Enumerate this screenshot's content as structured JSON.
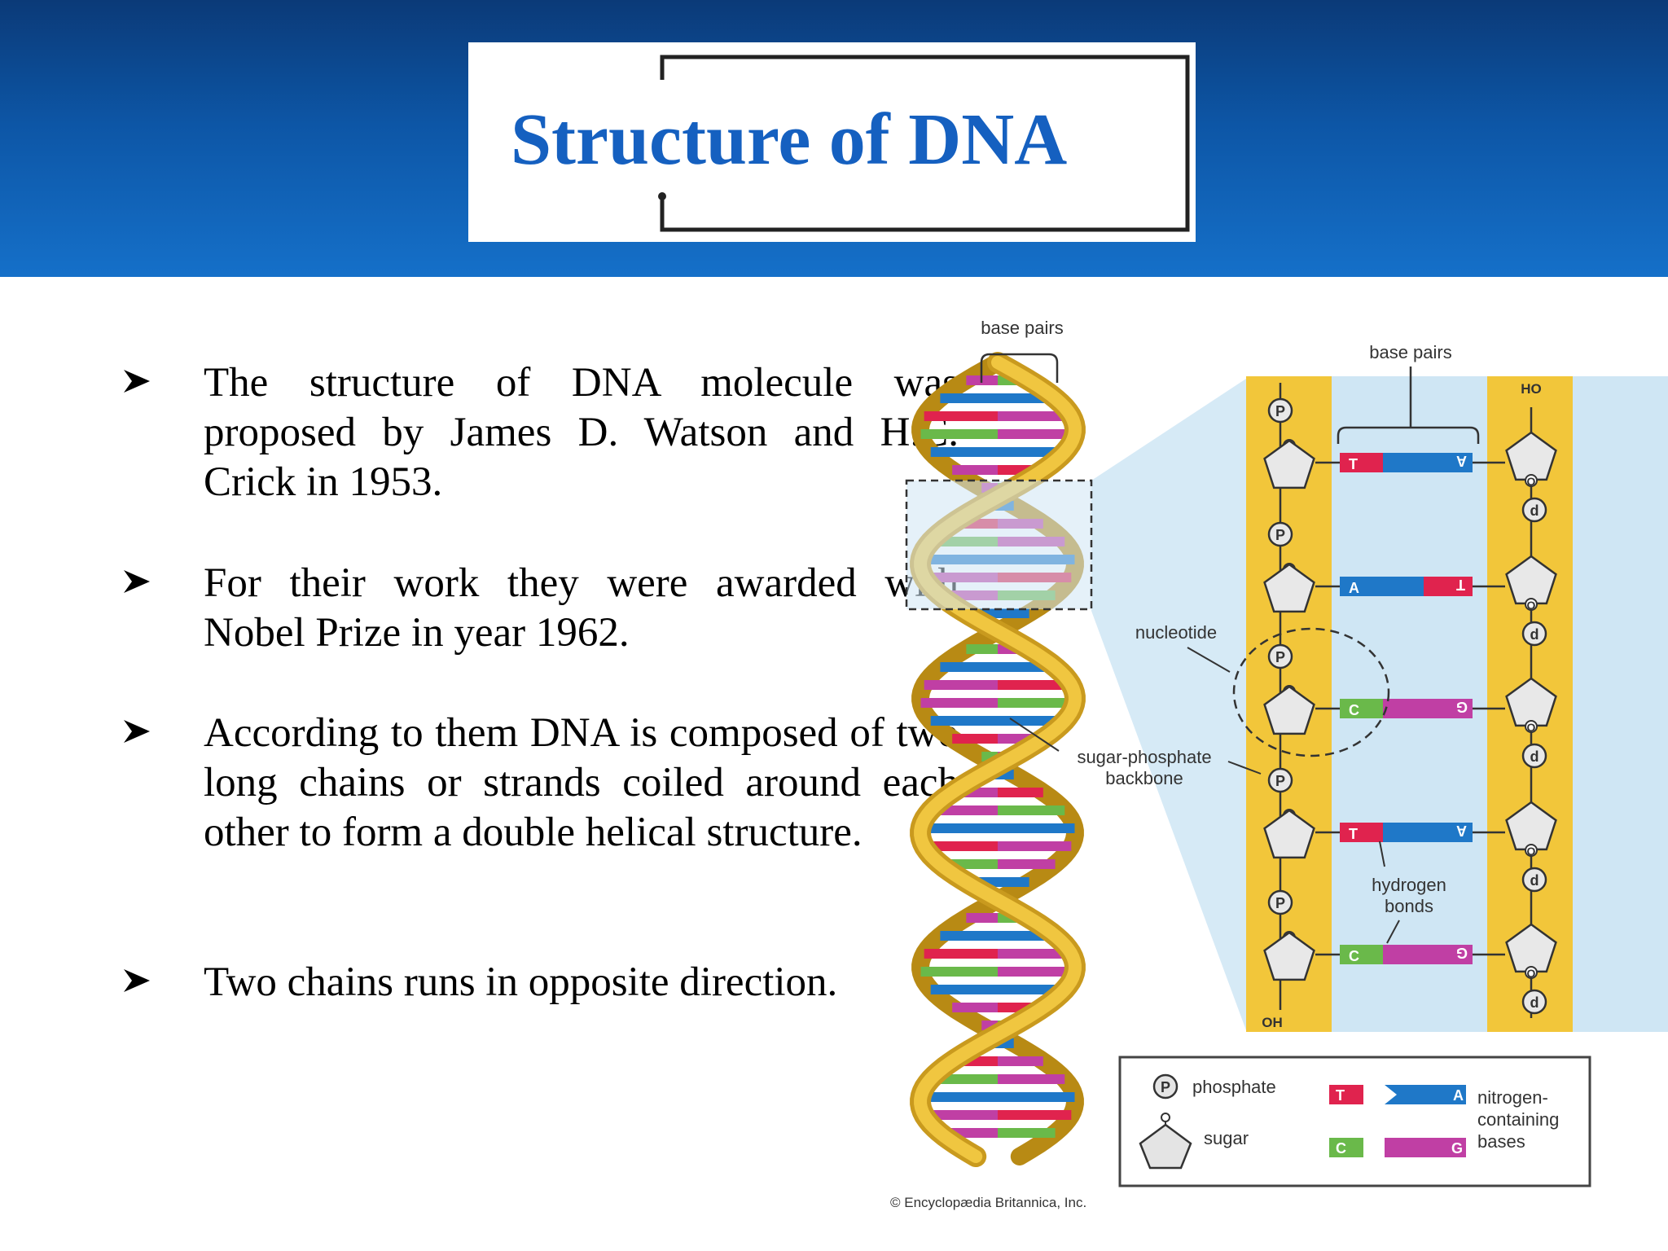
{
  "slide": {
    "title": "Structure of DNA",
    "bullets": [
      "The structure of DNA molecule was proposed by James D. Watson and H.C. Crick in 1953.",
      "For their work they were awarded with Nobel Prize in year 1962.",
      "According to them DNA is composed of two long chains or strands coiled around each other to form a double helical structure.",
      "Two chains runs in opposite direction."
    ],
    "bullet_icon": "arrowhead-bullet-icon"
  },
  "diagram": {
    "labels": {
      "base_pairs_helix": "base pairs",
      "base_pairs_ladder": "base pairs",
      "nucleotide": "nucleotide",
      "sugar_phosphate_1": "sugar-phosphate",
      "sugar_phosphate_2": "backbone",
      "hydrogen_1": "hydrogen",
      "hydrogen_2": "bonds",
      "ho_end": "HO",
      "oh_end": "OH",
      "phosphate": "P",
      "phosphate_flipped": "d",
      "sugar_o": "O"
    },
    "base_pairs": [
      {
        "left": "T",
        "right": "A"
      },
      {
        "left": "A",
        "right": "T"
      },
      {
        "left": "C",
        "right": "G"
      },
      {
        "left": "T",
        "right": "A"
      },
      {
        "left": "C",
        "right": "G"
      }
    ],
    "legend": {
      "phosphate_symbol": "P",
      "phosphate": "phosphate",
      "sugar": "sugar",
      "base_t": "T",
      "base_a": "A",
      "base_c": "C",
      "base_g": "G",
      "bases_1": "nitrogen-",
      "bases_2": "containing",
      "bases_3": "bases"
    },
    "credit": "© Encyclopædia Britannica, Inc.",
    "colors": {
      "thymine": "#e0234e",
      "adenine": "#1f78c8",
      "cytosine": "#6ab94a",
      "guanine": "#c03fa4",
      "backbone": "#e9b730",
      "panel": "#cfe6f4"
    }
  }
}
